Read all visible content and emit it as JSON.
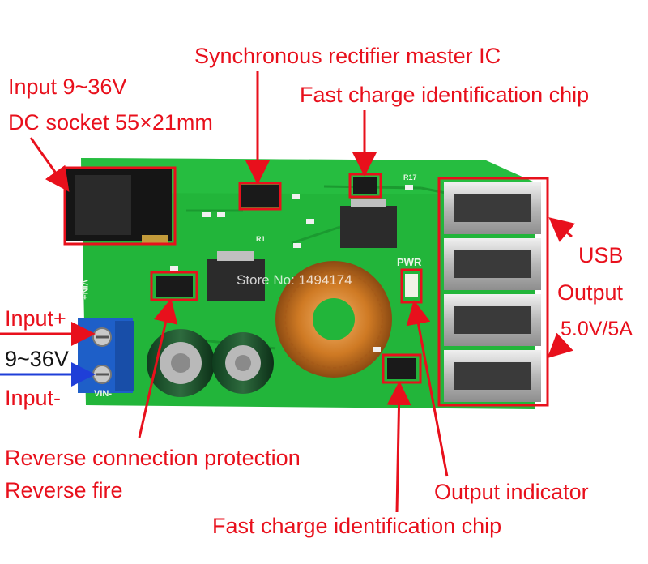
{
  "labels": {
    "sync_rectifier": "Synchronous rectifier master IC",
    "fast_charge_top": "Fast charge identification chip",
    "input_spec_line1": "Input 9~36V",
    "input_spec_line2": "DC socket 55×21mm",
    "usb_line1": "USB",
    "usb_line2": "Output",
    "usb_line3": "5.0V/5A",
    "input_plus": "Input+",
    "input_range": "9~36V",
    "input_minus": "Input-",
    "reverse_line1": "Reverse connection protection",
    "reverse_line2": "Reverse fire",
    "output_indicator": "Output indicator",
    "fast_charge_bottom": "Fast charge identification chip"
  },
  "board_text": {
    "pwr": "PWR",
    "vin_plus": "VIN+",
    "vin_minus": "VIN-",
    "r17": "R17",
    "r1": "R1"
  },
  "watermark": "Store No: 1494174",
  "colors": {
    "label_red": "#e8101c",
    "label_black": "#141414",
    "pcb_green": "#22b53a",
    "terminal_blue": "#1e5fc8",
    "arrow_blue": "#1f3fd8"
  }
}
